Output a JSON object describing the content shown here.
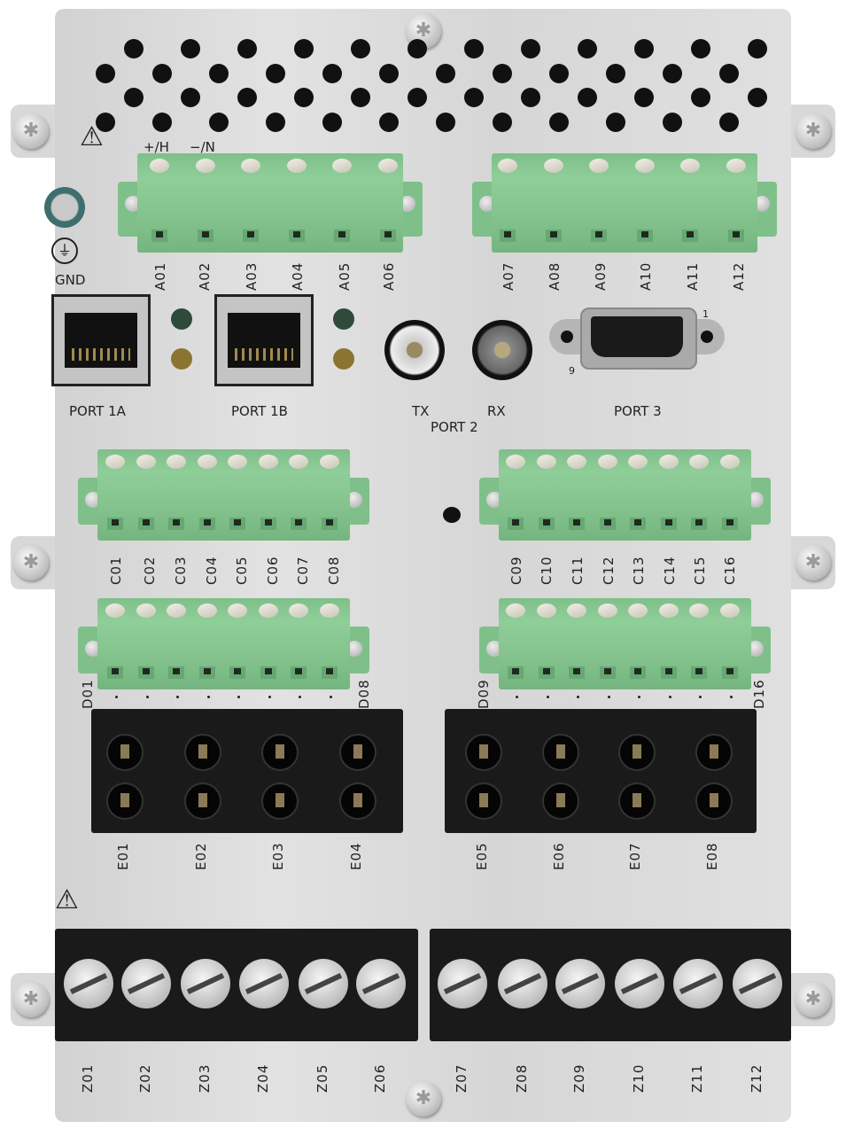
{
  "panel": {
    "power_labels": [
      "+/H",
      "−/N"
    ],
    "ground_label": "GND",
    "terminals_a": [
      "A01",
      "A02",
      "A03",
      "A04",
      "A05",
      "A06",
      "A07",
      "A08",
      "A09",
      "A10",
      "A11",
      "A12"
    ],
    "ports": {
      "port1a": "PORT 1A",
      "port1b": "PORT 1B",
      "port2": "PORT 2",
      "port2_tx": "TX",
      "port2_rx": "RX",
      "port3": "PORT 3",
      "port3_pin1": "1",
      "port3_pin9": "9"
    },
    "terminals_c": [
      "C01",
      "C02",
      "C03",
      "C04",
      "C05",
      "C06",
      "C07",
      "C08",
      "C09",
      "C10",
      "C11",
      "C12",
      "C13",
      "C14",
      "C15",
      "C16"
    ],
    "terminals_d_ends": [
      "D01",
      "D08",
      "D09",
      "D16"
    ],
    "terminals_e": [
      "E01",
      "E02",
      "E03",
      "E04",
      "E05",
      "E06",
      "E07",
      "E08"
    ],
    "terminals_z": [
      "Z01",
      "Z02",
      "Z03",
      "Z04",
      "Z05",
      "Z06",
      "Z07",
      "Z08",
      "Z09",
      "Z10",
      "Z11",
      "Z12"
    ],
    "colors": {
      "connector_green": "#86c48f",
      "plate": "#dcdcdc",
      "led_green": "#2e4a3a",
      "led_yellow": "#8a7430"
    }
  }
}
